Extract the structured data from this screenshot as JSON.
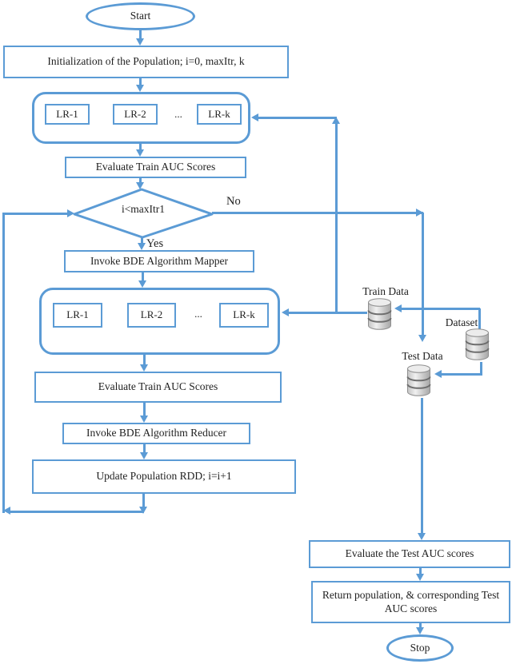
{
  "colors": {
    "line": "#5b9bd5"
  },
  "diagram": {
    "start": "Start",
    "init": "Initialization of the Population; i=0, maxItr, k",
    "lr1": [
      "LR-1",
      "LR-2",
      "...",
      "LR-k"
    ],
    "eval_train_top": "Evaluate Train AUC Scores",
    "decision": "i<maxItr1",
    "no": "No",
    "yes": "Yes",
    "mapper": "Invoke BDE Algorithm Mapper",
    "lr2": [
      "LR-1",
      "LR-2",
      "...",
      "LR-k"
    ],
    "eval_train_bottom": "Evaluate Train AUC Scores",
    "reducer": "Invoke BDE Algorithm Reducer",
    "update": "Update Population RDD; i=i+1",
    "train_data_label": "Train Data",
    "dataset_label": "Dataset",
    "test_data_label": "Test Data",
    "eval_test": "Evaluate the Test AUC scores",
    "return_box": "Return population, & corresponding Test AUC scores",
    "stop": "Stop"
  }
}
